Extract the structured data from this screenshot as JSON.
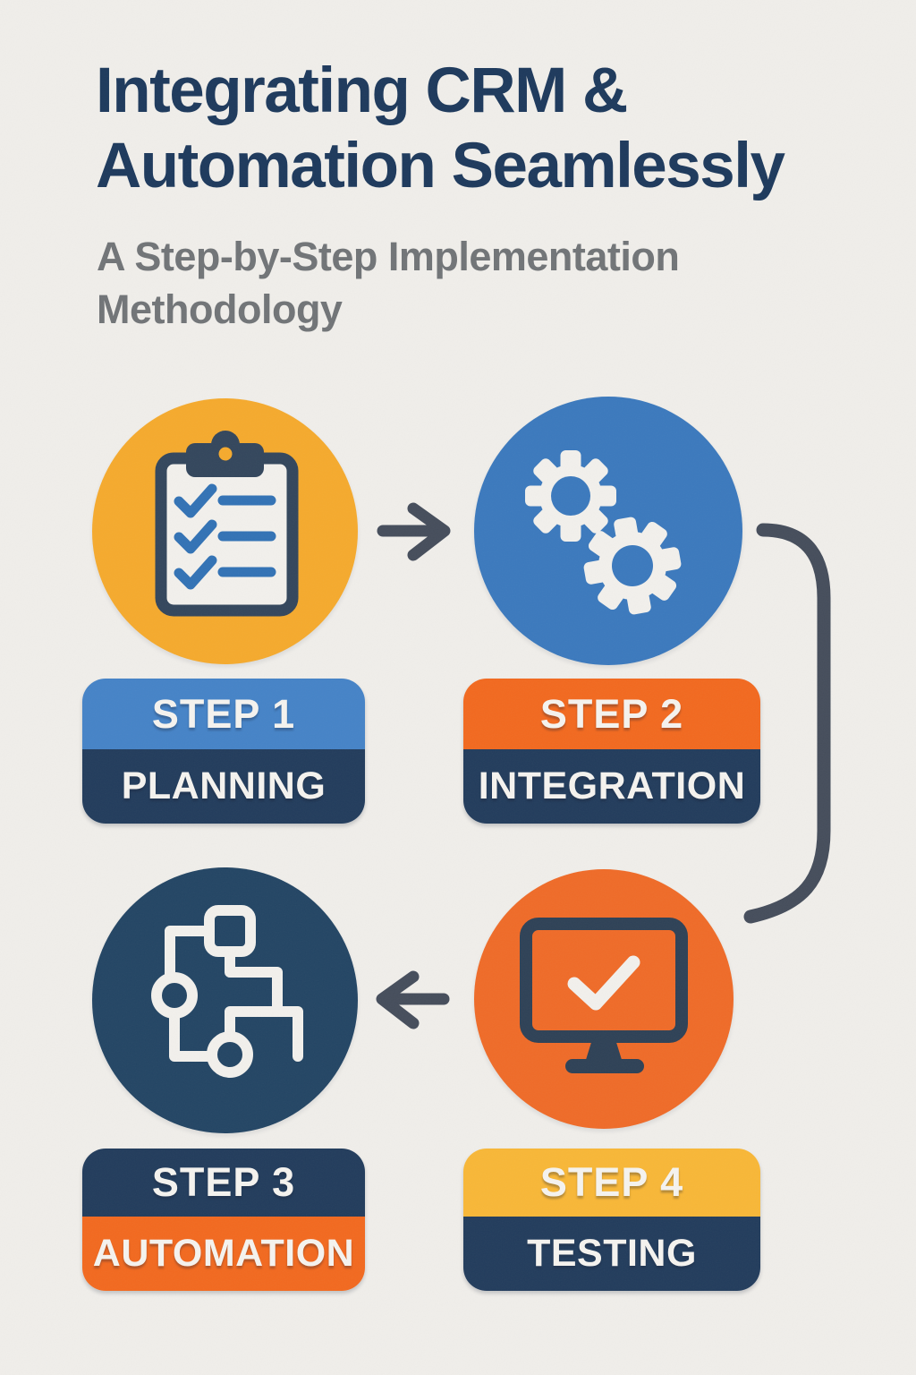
{
  "header": {
    "title_lines": [
      "Integrating CRM &",
      "Automation Seamlessly"
    ],
    "subtitle_lines": [
      "A Step-by-Step Implementation",
      "Methodology"
    ]
  },
  "steps": [
    {
      "step_label": "STEP 1",
      "name": "PLANNING",
      "icon": "clipboard-checklist-icon",
      "circle_color": "#f5aa2d",
      "step_bg": "#4583c7",
      "name_bg": "#223c5c",
      "text_color": "#f5f3ef"
    },
    {
      "step_label": "STEP 2",
      "name": "INTEGRATION",
      "icon": "gears-icon",
      "circle_color": "#3b79bd",
      "step_bg": "#f2691f",
      "name_bg": "#223c5c",
      "text_color": "#f5f3ef"
    },
    {
      "step_label": "STEP 3",
      "name": "AUTOMATION",
      "icon": "flowchart-icon",
      "circle_color": "#234564",
      "step_bg": "#223c5c",
      "name_bg": "#f2691f",
      "text_color": "#f5f3ef"
    },
    {
      "step_label": "STEP 4",
      "name": "TESTING",
      "icon": "monitor-check-icon",
      "circle_color": "#ef6b28",
      "step_bg": "#f8b737",
      "name_bg": "#223c5c",
      "text_color": "#f5f3ef"
    }
  ],
  "flow": {
    "connectors": [
      {
        "from": "STEP 1",
        "to": "STEP 2",
        "type": "arrow-right"
      },
      {
        "from": "STEP 2",
        "to": "STEP 4",
        "type": "curve-down-right-side"
      },
      {
        "from": "STEP 4",
        "to": "STEP 3",
        "type": "arrow-left"
      }
    ]
  },
  "colors": {
    "background": "#f0eeea",
    "title": "#1d395c",
    "subtitle": "#717477",
    "arrow": "#454d5b",
    "icon_white": "#f2f0ec",
    "icon_navy": "#33465c",
    "icon_blue": "#3272b5",
    "monitor_navy": "#2e4156"
  }
}
